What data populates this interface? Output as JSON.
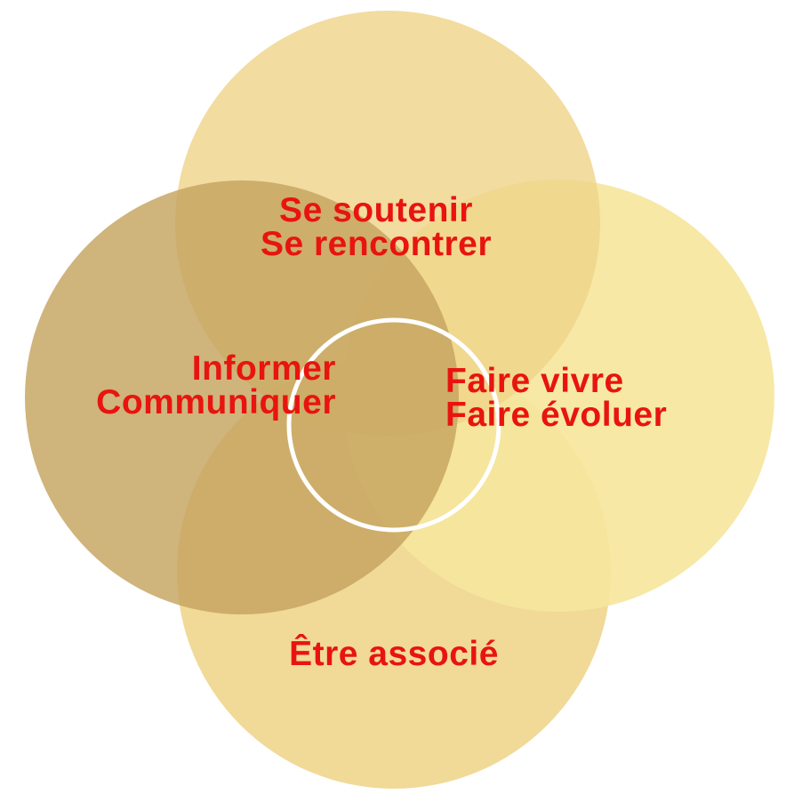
{
  "diagram": {
    "colors": {
      "top": "#efd48a",
      "left": "#c4a35f",
      "right": "#f6e59c",
      "bottom": "#f0d791",
      "text": "#e8140f",
      "ring": "#ffffff"
    },
    "top_label": [
      "Se soutenir",
      "Se rencontrer"
    ],
    "left_label": [
      "Informer",
      "Communiquer"
    ],
    "right_label": [
      "Faire vivre",
      "Faire évoluer"
    ],
    "bottom_label": [
      "Être associé"
    ]
  }
}
